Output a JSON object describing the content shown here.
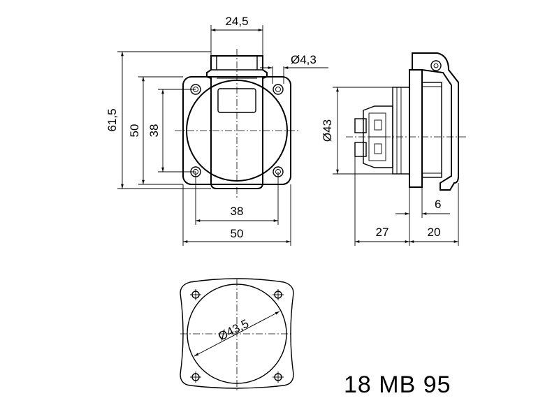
{
  "dimensions": {
    "front_top_width": "24,5",
    "hole_diameter": "Ø4,3",
    "overall_height": "61,5",
    "plate_height": "50",
    "hole_spacing_vertical": "38",
    "hole_spacing_horizontal": "38",
    "plate_width": "50",
    "side_diameter": "Ø43",
    "flange_thickness": "6",
    "rear_depth": "27",
    "front_depth": "20",
    "cutout_diameter": "Ø43,5"
  },
  "model_code": "18 MB 95",
  "colors": {
    "line": "#000000",
    "background": "#ffffff"
  }
}
